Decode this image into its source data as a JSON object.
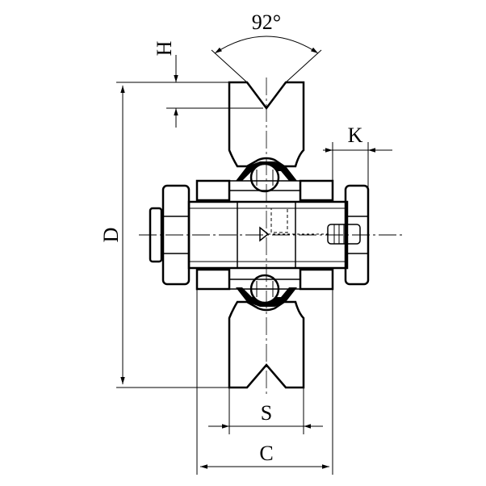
{
  "drawing": {
    "dimensions": {
      "angle": "92°",
      "h": "H",
      "k": "K",
      "d": "D",
      "s": "S",
      "c": "C"
    }
  }
}
